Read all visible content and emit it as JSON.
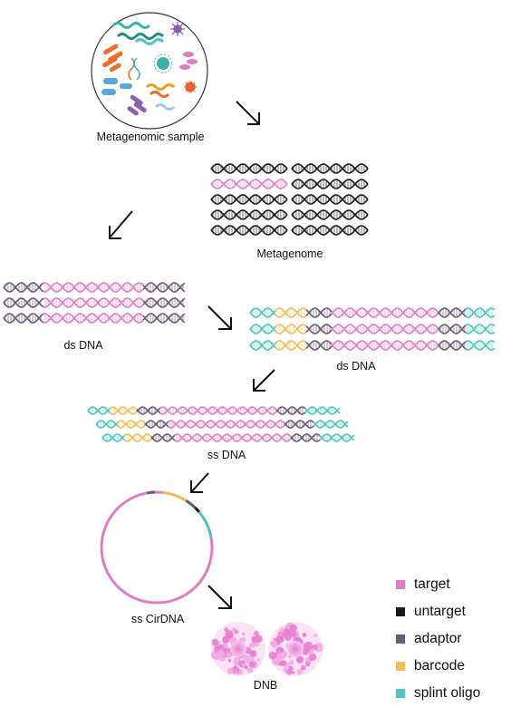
{
  "labels": {
    "sample": "Metagenomic sample",
    "metagenome": "Metagenome",
    "ds_dna_1": "ds DNA",
    "ds_dna_2": "ds DNA",
    "ss_dna": "ss DNA",
    "ss_cirdna": "ss CirDNA",
    "dnb": "DNB"
  },
  "legend": [
    {
      "key": "target",
      "label": "target",
      "color": "#e07cc6"
    },
    {
      "key": "untarget",
      "label": "untarget",
      "color": "#1a1a1a"
    },
    {
      "key": "adaptor",
      "label": "adaptor",
      "color": "#6b5a72"
    },
    {
      "key": "barcode",
      "label": "barcode",
      "color": "#f0bd57"
    },
    {
      "key": "splint",
      "label": "splint oligo",
      "color": "#4cc6bf"
    }
  ],
  "microbe_icons": [
    "spiral-bacterium-icon",
    "virus-icon",
    "rod-bacteria-icon",
    "dna-icon",
    "cell-icon",
    "coccus-icon"
  ]
}
